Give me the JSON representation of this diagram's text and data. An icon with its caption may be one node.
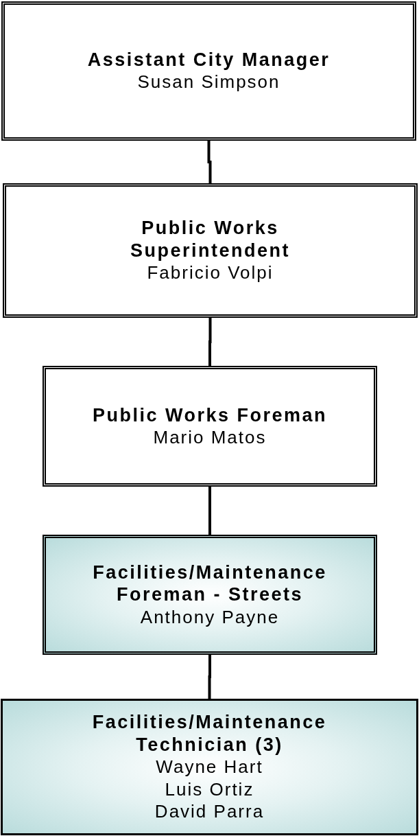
{
  "diagram": {
    "nodes": [
      {
        "text": [
          "Assistant City Manager",
          "Susan Simpson"
        ]
      },
      {
        "text": [
          "Public Works Superintendent",
          "Fabricio Volpi"
        ]
      },
      {
        "text": [
          "Public Works Foreman",
          "Mario Matos"
        ]
      },
      {
        "text": [
          "Facilities/Maintenance Foreman - Streets",
          "Anthony Payne"
        ]
      },
      {
        "text": [
          "Facilities/Maintenance Technician (3)",
          "Wayne Hart",
          "Luis Ortiz",
          "David Parra"
        ]
      }
    ],
    "edges": [
      {
        "from": 0,
        "to": 1,
        "arrow": "none"
      },
      {
        "from": 1,
        "to": 2,
        "arrow": "none"
      },
      {
        "from": 2,
        "to": 3,
        "arrow": "none"
      },
      {
        "from": 3,
        "to": 4,
        "arrow": "none"
      }
    ]
  }
}
